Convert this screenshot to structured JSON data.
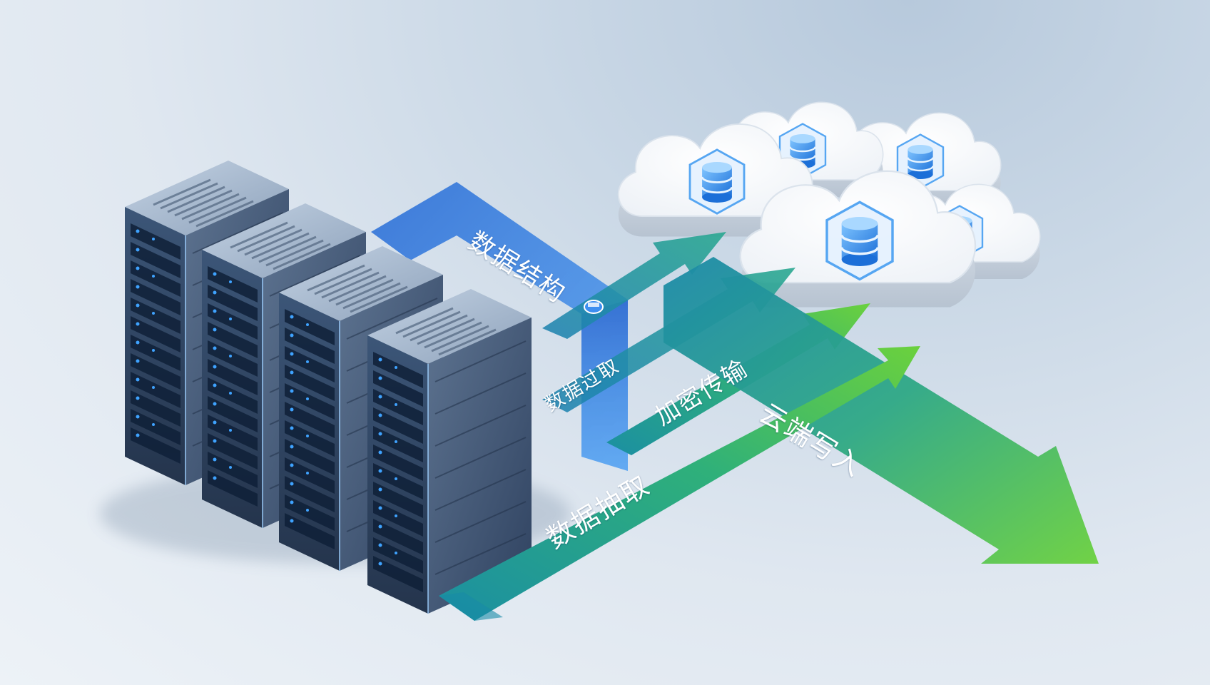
{
  "labels": {
    "structure": "数据结构",
    "filter": "数据过取",
    "encrypt": "加密传输",
    "cloud_write": "云端写入",
    "extract": "数据抽取"
  },
  "colors": {
    "background_light": "#edf2f7",
    "background_dark": "#b7c9dc",
    "blue_flow": "#2f7fe0",
    "teal_arrow": "#1f9aa0",
    "green_arrow": "#5fc84a",
    "server_body": "#2d3f57",
    "server_led": "#3fa3ff",
    "cloud": "#ffffff",
    "database_icon": "#3a8fe8"
  },
  "icons": [
    "server-rack-icon",
    "cloud-database-icon",
    "flow-arrow-icon"
  ]
}
